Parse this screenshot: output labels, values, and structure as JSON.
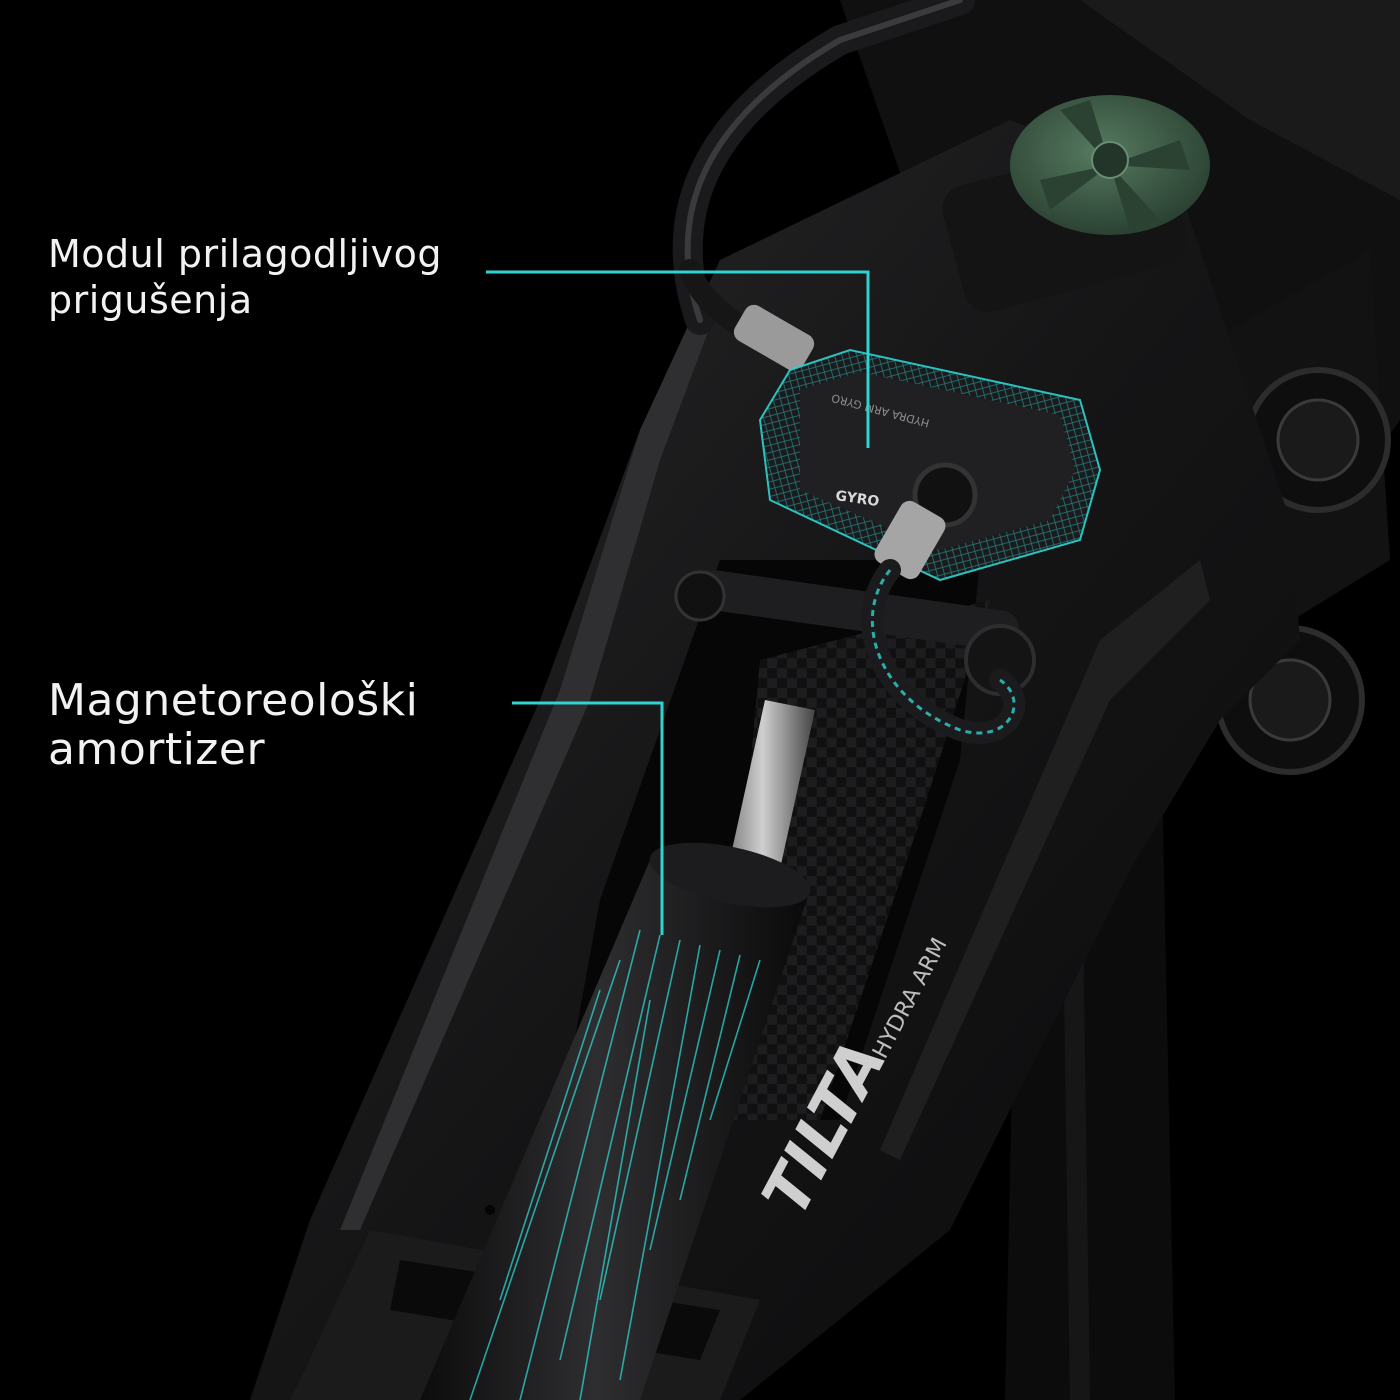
{
  "callouts": [
    {
      "line1": "Modul prilagodljivog",
      "line2": "prigušenja"
    },
    {
      "line1": "Magnetoreološki",
      "line2": "amortizer"
    }
  ],
  "product": {
    "brand": "TILTA",
    "model": "HYDRA ARM",
    "module_label": "HYDRA ARM GYRO",
    "port_label": "GYRO"
  },
  "colors": {
    "background": "#000000",
    "accent": "#2fd3d0",
    "knob": "#3d5a45",
    "text": "#f2f2f2"
  }
}
